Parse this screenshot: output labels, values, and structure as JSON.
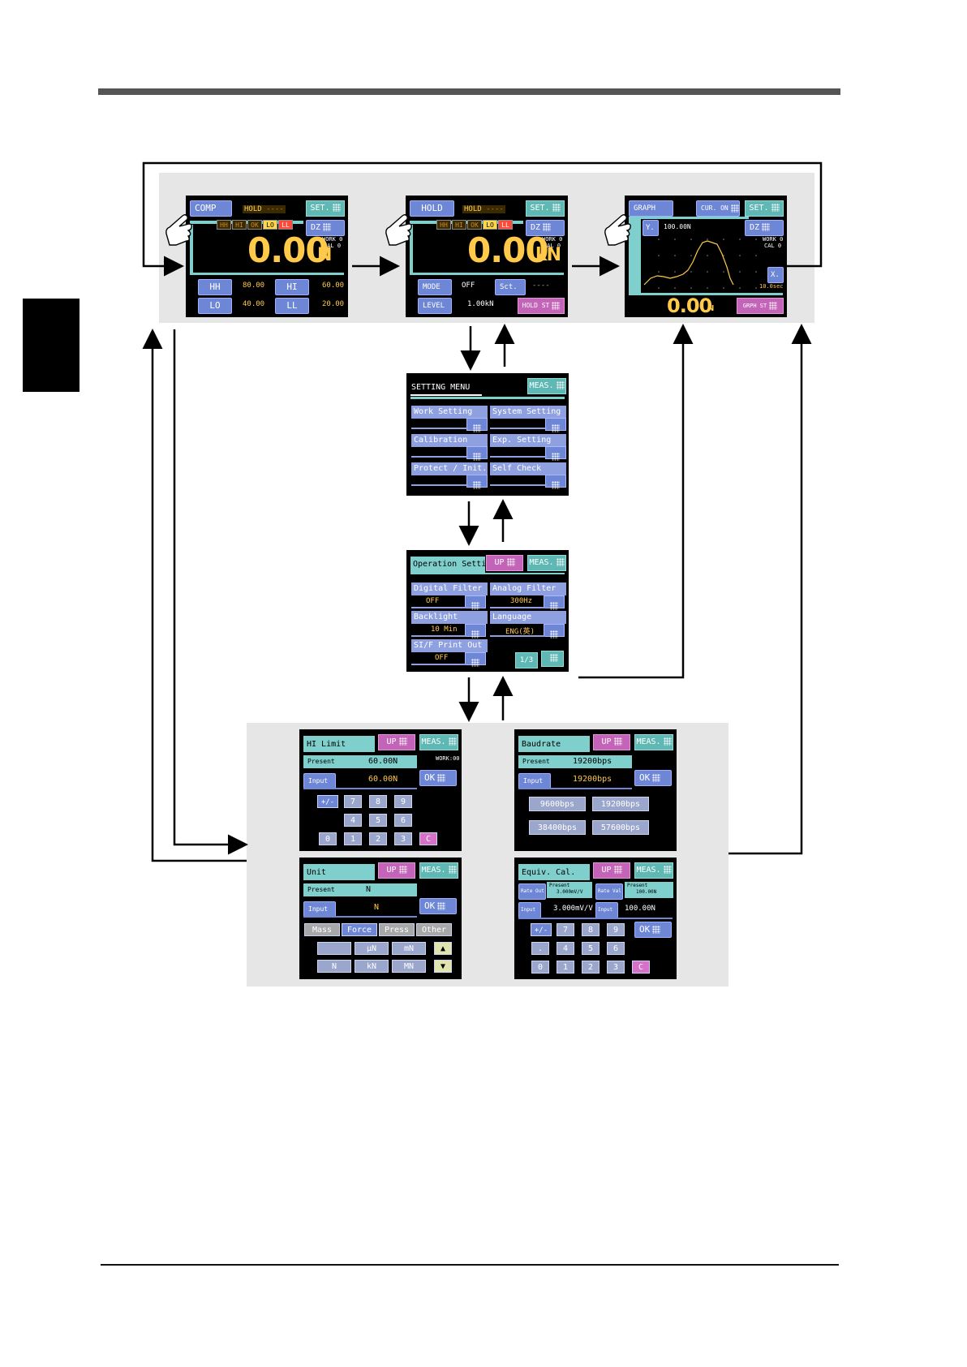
{
  "screens": {
    "comp": {
      "mode_button": "COMP",
      "hold_status": "HOLD",
      "hold_dashes": "----",
      "set_button": "SET.",
      "judge_chips": [
        "HH",
        "HI",
        "OK",
        "LO",
        "LL"
      ],
      "dz_button": "DZ",
      "work_label": "WORK 0",
      "cal_label": "CAL 0",
      "value": "0.00",
      "unit": "N",
      "hh_label": "HH",
      "hh_value": "80.00",
      "hi_label": "HI",
      "hi_value": "60.00",
      "lo_label": "LO",
      "lo_value": "40.00",
      "ll_label": "LL",
      "ll_value": "20.00"
    },
    "hold": {
      "mode_button": "HOLD",
      "hold_status": "HOLD",
      "hold_dashes": "----",
      "set_button": "SET.",
      "judge_chips": [
        "HH",
        "HI",
        "OK",
        "LO",
        "LL"
      ],
      "dz_button": "DZ",
      "work_label": "WORK 0",
      "cal_label": "CAL 0",
      "value": "0.00",
      "unit": "kN",
      "mode_label": "MODE",
      "mode_value": "OFF",
      "sct_label": "Sct.",
      "sct_value": "----",
      "level_label": "LEVEL",
      "level_value": "1.00kN",
      "hold_st_button": "HOLD ST"
    },
    "graph": {
      "mode_button": "GRAPH",
      "cur_button": "CUR. ON",
      "set_button": "SET.",
      "y_button": "Y.",
      "y_value": "100.00N",
      "dz_button": "DZ",
      "work_label": "WORK 0",
      "cal_label": "CAL 0",
      "x_button": "X.",
      "time_value": "10.0sec",
      "value": "0.00",
      "unit": "N",
      "graph_st_button": "GRPH ST"
    },
    "setting_menu": {
      "title": "SETTING MENU",
      "meas_button": "MEAS.",
      "items": [
        "Work Setting",
        "System Setting",
        "Calibration",
        "Exp. Setting",
        "Protect / Init.",
        "Self Check"
      ]
    },
    "operation_setting": {
      "title": "Operation Setting",
      "up_button": "UP",
      "meas_button": "MEAS.",
      "digital_filter_label": "Digital Filter",
      "digital_filter_value": "OFF",
      "analog_filter_label": "Analog Filter",
      "analog_filter_value": "300Hz",
      "backlight_label": "Backlight",
      "backlight_value": "10 Min",
      "language_label": "Language",
      "language_value": "ENG(英)",
      "sif_label": "SI/F Print Out",
      "sif_value": "OFF",
      "page": "1/3"
    },
    "hi_limit": {
      "title": "HI Limit",
      "up_button": "UP",
      "meas_button": "MEAS.",
      "work": "WORK:00",
      "present_label": "Present",
      "present_value": "60.00N",
      "input_label": "Input",
      "input_value": "60.00N",
      "ok_button": "OK",
      "keys": [
        "+/-",
        "7",
        "8",
        "9",
        "4",
        "5",
        "6",
        "0",
        "1",
        "2",
        "3",
        "C"
      ]
    },
    "baudrate": {
      "title": "Baudrate",
      "up_button": "UP",
      "meas_button": "MEAS.",
      "present_label": "Present",
      "present_value": "19200bps",
      "input_label": "Input",
      "input_value": "19200bps",
      "ok_button": "OK",
      "options": [
        "9600bps",
        "19200bps",
        "38400bps",
        "57600bps"
      ]
    },
    "unit": {
      "title": "Unit",
      "up_button": "UP",
      "meas_button": "MEAS.",
      "present_label": "Present",
      "present_value": "N",
      "input_label": "Input",
      "input_value": "N",
      "ok_button": "OK",
      "categories": [
        "Mass",
        "Force",
        "Press",
        "Other"
      ],
      "units_row1": [
        "",
        "μN",
        "mN"
      ],
      "units_row2": [
        "N",
        "kN",
        "MN"
      ]
    },
    "equiv_cal": {
      "title": "Equiv. Cal.",
      "up_button": "UP",
      "meas_button": "MEAS.",
      "rated_out_label": "Rate Out",
      "present_out_label": "Present",
      "present_out_value": "3.000mV/V",
      "rated_val_label": "Rate Val",
      "present_val_label": "Present",
      "present_val_value": "100.00N",
      "input_label": "Input",
      "input_out_value": "3.000mV/V",
      "input2_label": "Input",
      "input_val_value": "100.00N",
      "ok_button": "OK",
      "keys": [
        "+/-",
        "7",
        "8",
        "9",
        ".",
        "4",
        "5",
        "6",
        "0",
        "1",
        "2",
        "3",
        "C"
      ]
    }
  },
  "colors": {
    "screen_bg": "#000000",
    "accent_blue": "#6e86d6",
    "accent_teal": "#5fb8b4",
    "accent_pink": "#c464b8",
    "value_yellow": "#ffc94a"
  }
}
